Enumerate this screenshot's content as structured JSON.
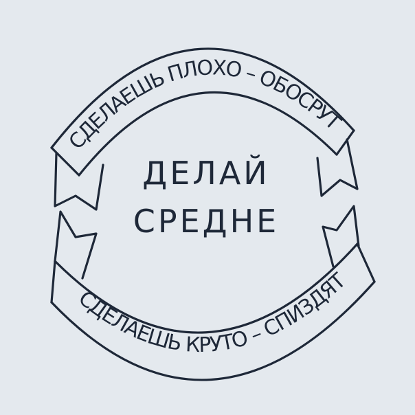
{
  "colors": {
    "paper": "#e4e9ee",
    "ink": "#1e2838"
  },
  "top_banner": {
    "text": "СДЕЛАЕШЬ ПЛОХО – ОБОСРУТ"
  },
  "center": {
    "line1": "ДЕЛАЙ",
    "line2": "СРЕДНЕ"
  },
  "bottom_banner": {
    "text": "СДЕЛАЕШЬ КРУТО – СПИЗДЯТ"
  }
}
